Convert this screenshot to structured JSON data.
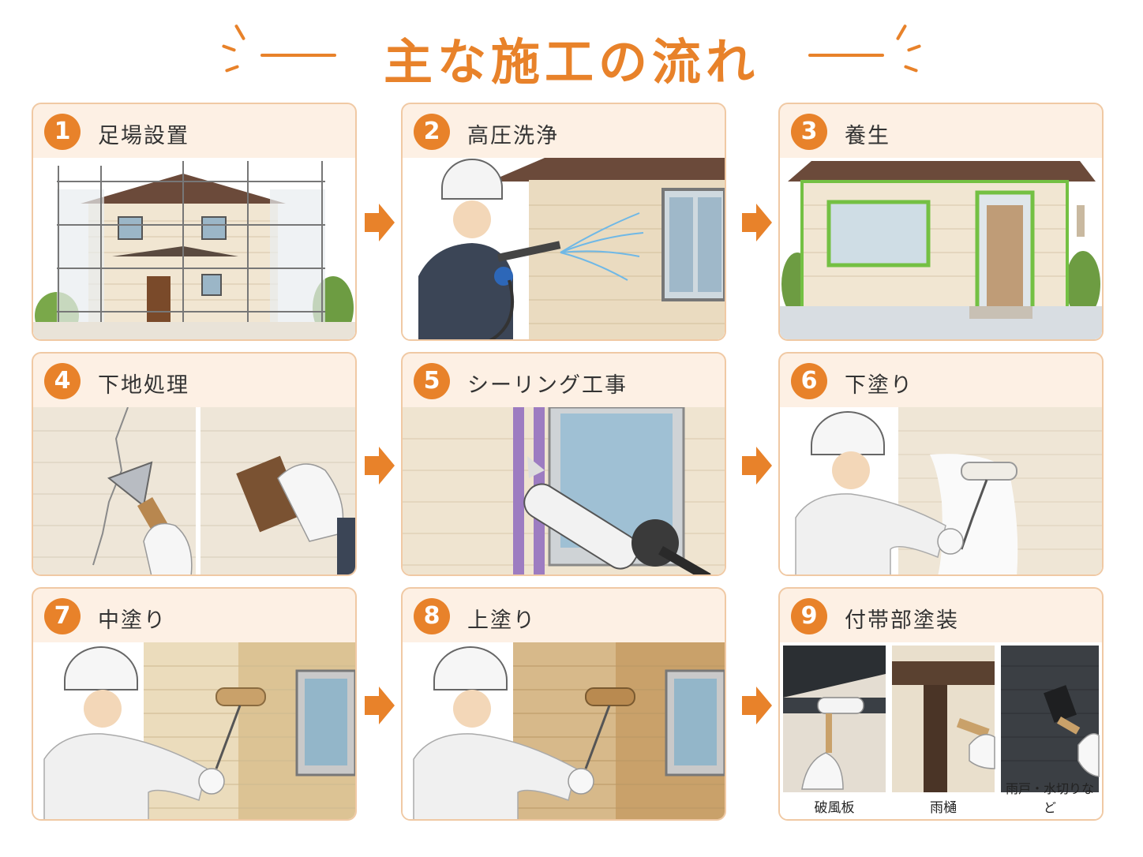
{
  "title": "主な施工の流れ",
  "steps": [
    {
      "number": "1",
      "label": "足場設置"
    },
    {
      "number": "2",
      "label": "高圧洗浄"
    },
    {
      "number": "3",
      "label": "養生"
    },
    {
      "number": "4",
      "label": "下地処理"
    },
    {
      "number": "5",
      "label": "シーリング工事"
    },
    {
      "number": "6",
      "label": "下塗り"
    },
    {
      "number": "7",
      "label": "中塗り"
    },
    {
      "number": "8",
      "label": "上塗り"
    },
    {
      "number": "9",
      "label": "付帯部塗装"
    }
  ],
  "step9_parts": [
    "破風板",
    "雨樋",
    "雨戸・水切りなど"
  ],
  "colors": {
    "accent": "#e8822a",
    "card_border": "#f0c9a4",
    "card_header_bg": "#fdf0e4",
    "wall_cream": "#efe4d0",
    "wall_beige": "#d9bf93",
    "wall_tan": "#c9a16a",
    "masking_tape": "#74c043",
    "sealant_purple": "#9d7cc1"
  },
  "icons": [
    "right-arrow-icon",
    "spark-icon"
  ]
}
